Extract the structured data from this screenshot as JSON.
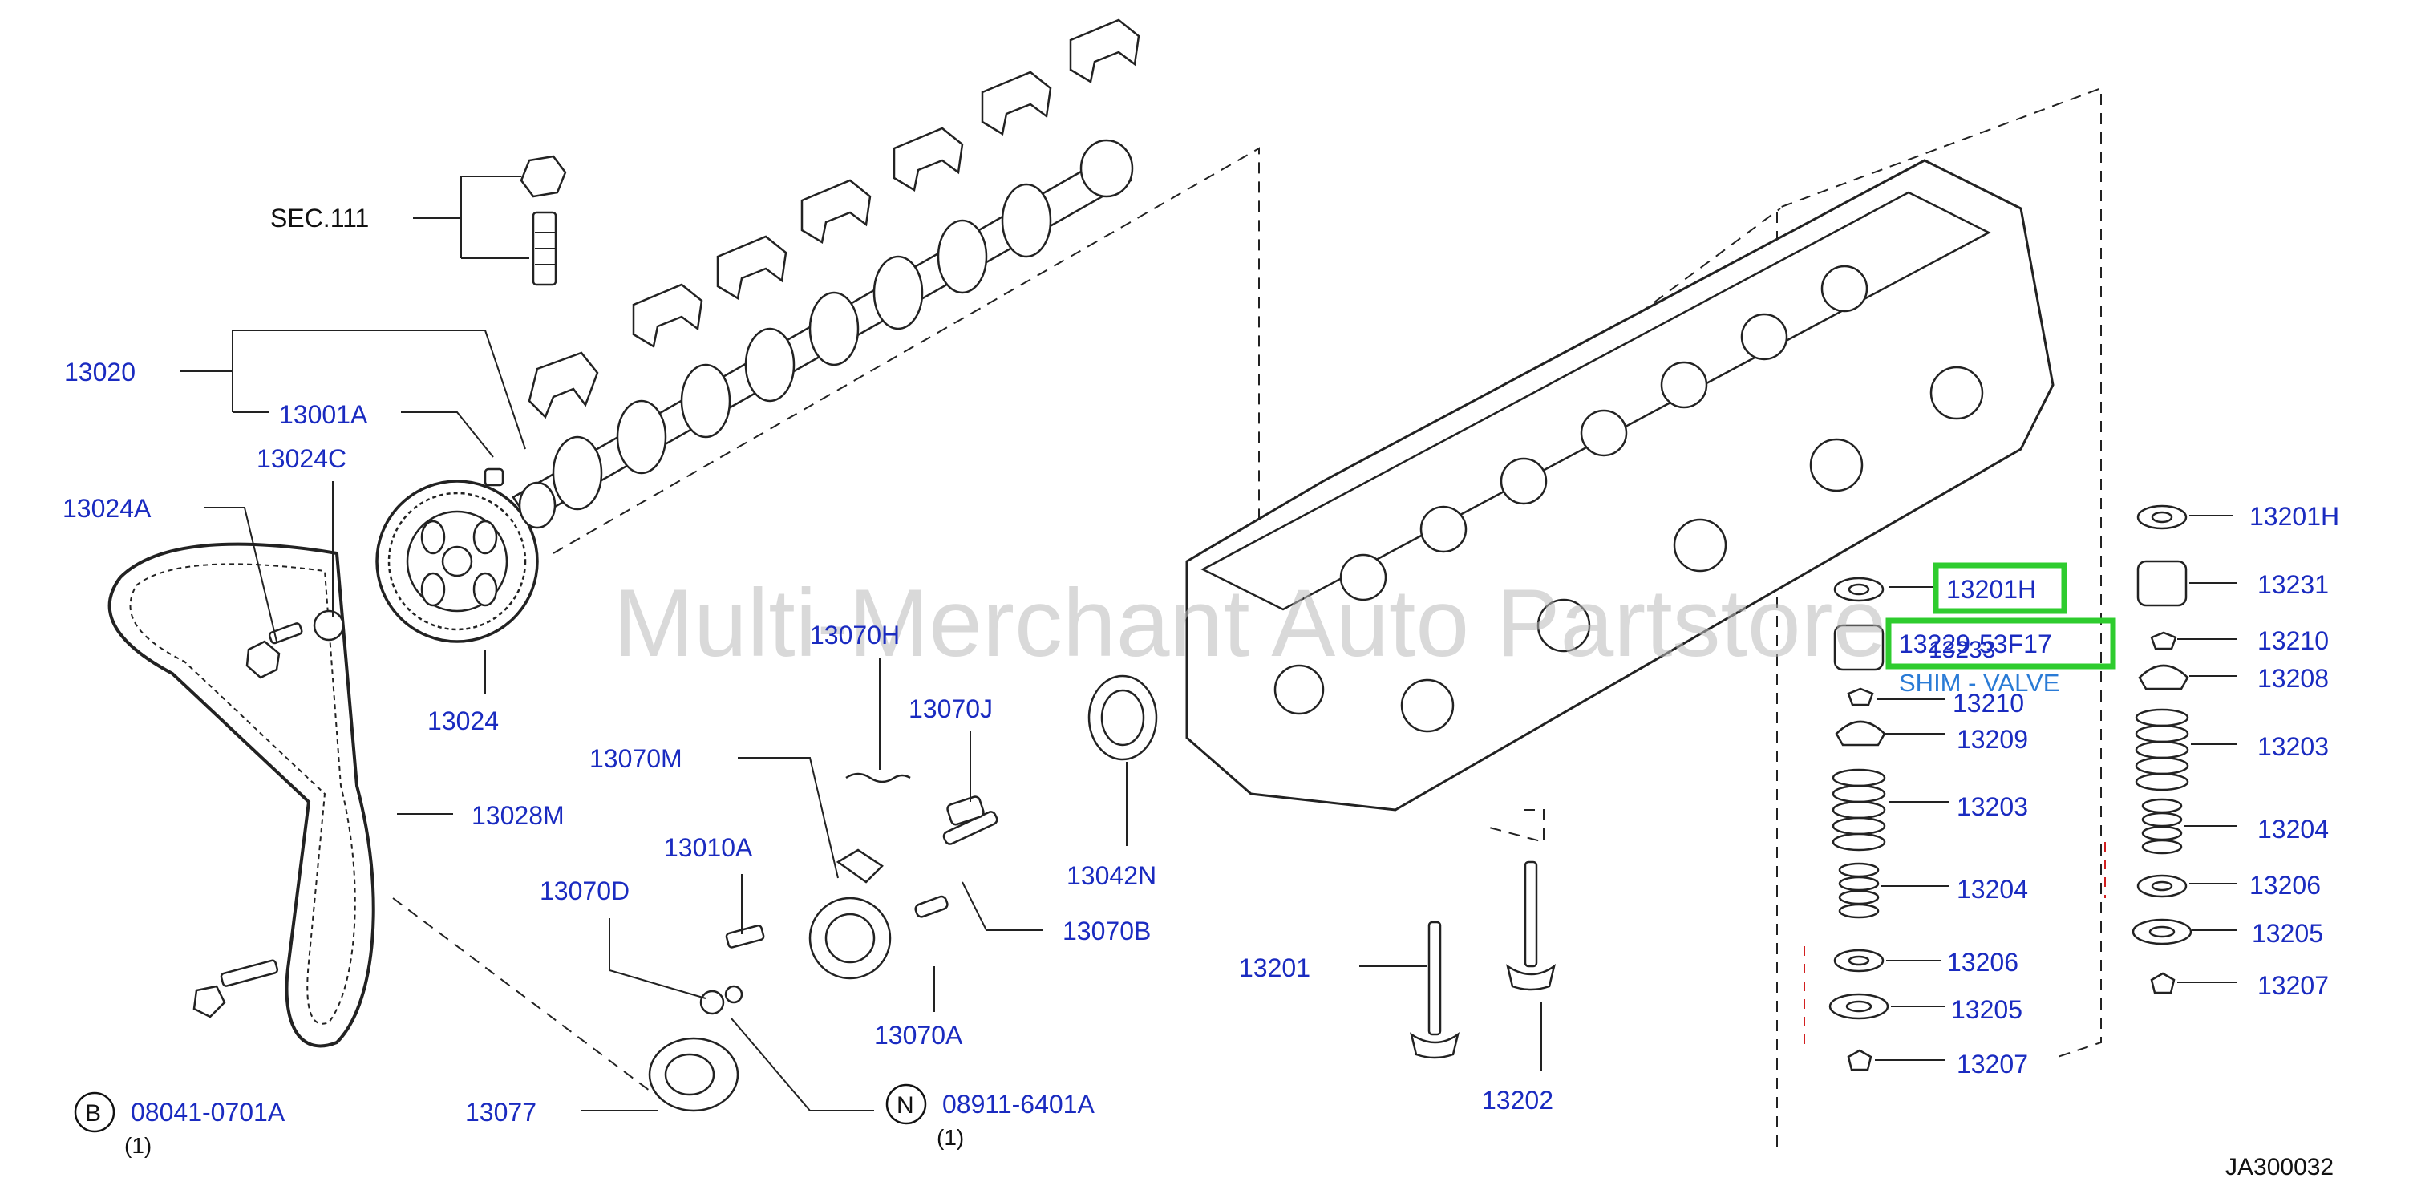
{
  "diagram": {
    "watermark": "Multi-Merchant Auto Partstore",
    "reference_code": "JA300032",
    "section_ref": "SEC.111",
    "highlighted": {
      "part_a": "13201H",
      "part_b_overlap_1": "13229",
      "part_b_overlap_2": "53F17",
      "part_b_overlap_3": "13233",
      "description": "SHIM - VALVE"
    },
    "badges": {
      "b_letter": "B",
      "b_part": "08041-0701A",
      "b_qty": "(1)",
      "n_letter": "N",
      "n_part": "08911-6401A",
      "n_qty": "(1)"
    },
    "labels": {
      "p13020": "13020",
      "p13001A": "13001A",
      "p13024C": "13024C",
      "p13024A": "13024A",
      "p13024": "13024",
      "p13028M": "13028M",
      "p13070H": "13070H",
      "p13070J": "13070J",
      "p13070M": "13070M",
      "p13010A": "13010A",
      "p13070D": "13070D",
      "p13070B": "13070B",
      "p13070A": "13070A",
      "p13077": "13077",
      "p13042N": "13042N",
      "p13201": "13201",
      "p13202": "13202",
      "p13210_mid": "13210",
      "p13209": "13209",
      "p13203_mid": "13203",
      "p13204_mid": "13204",
      "p13206_mid": "13206",
      "p13205_mid": "13205",
      "p13207_mid": "13207",
      "p13201H_right": "13201H",
      "p13231": "13231",
      "p13210_right": "13210",
      "p13208": "13208",
      "p13203_right": "13203",
      "p13204_right": "13204",
      "p13206_right": "13206",
      "p13205_right": "13205",
      "p13207_right": "13207"
    }
  }
}
